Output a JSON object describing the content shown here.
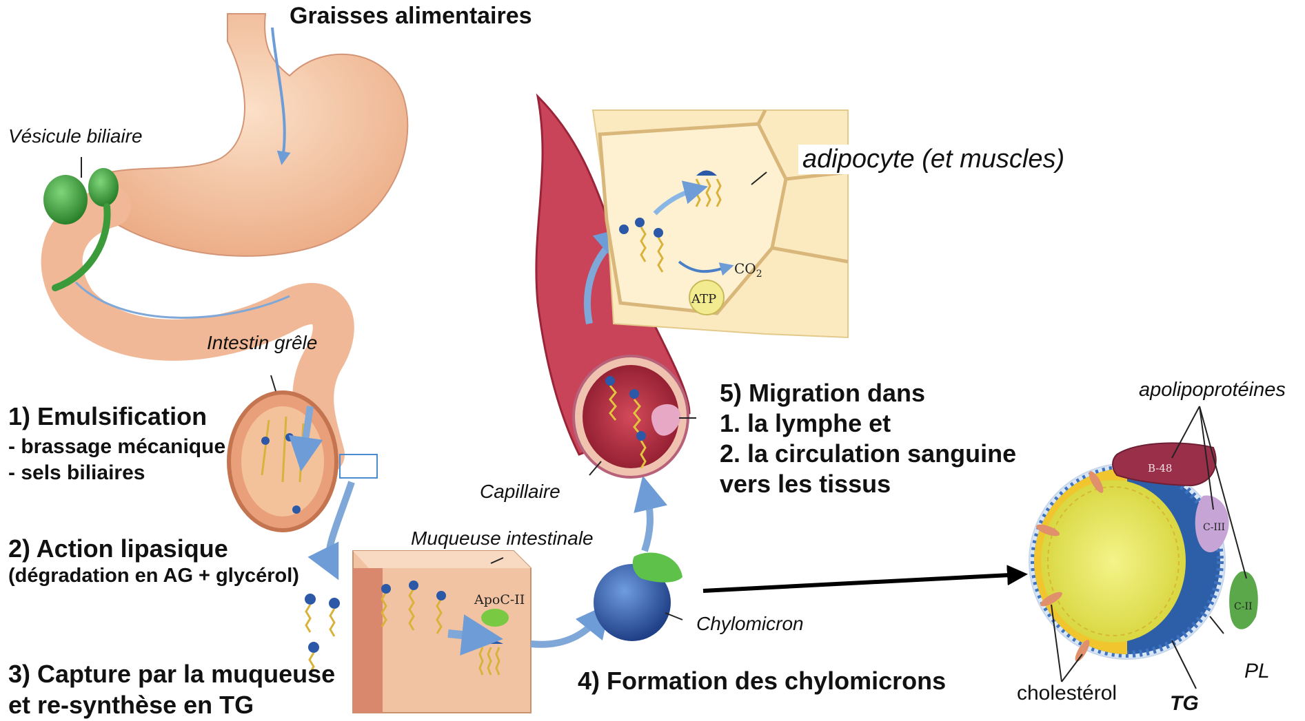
{
  "title": "Graisses alimentaires",
  "anatomy": {
    "gallbladder": "Vésicule biliaire",
    "small_intestine": "Intestin grêle",
    "mucosa": "Muqueuse intestinale",
    "capillary": "Capillaire",
    "adipocyte": "adipocyte (et muscles)",
    "chylomicron": "Chylomicron"
  },
  "steps": {
    "s1_title": "1) Emulsification",
    "s1_a": "- brassage mécanique",
    "s1_b": "- sels biliaires",
    "s2_title": "2) Action lipasique",
    "s2_sub": "(dégradation en AG + glycérol)",
    "s3_line1": "3) Capture par la muqueuse",
    "s3_line2": "et re-synthèse en TG",
    "s4": "4) Formation des chylomicrons",
    "s5_line1": "5) Migration dans",
    "s5_line2": "1. la lymphe et",
    "s5_line3": "2. la circulation sanguine",
    "s5_line4": "vers les tissus"
  },
  "inline_labels": {
    "apoc2": "ApoC-II",
    "co2": "CO",
    "co2_sub": "2",
    "atp": "ATP",
    "b48": "B-48",
    "c3": "C-III",
    "c2": "C-II"
  },
  "chylomicron_parts": {
    "apolipoproteines": "apolipoprotéines",
    "pl": "PL",
    "cholesterol": "cholestérol",
    "tg": "TG"
  },
  "colors": {
    "stomach": "#f6c9a8",
    "gallbladder": "#3fa33f",
    "capillary": "#c2374a",
    "adipocyte": "#fbeac0",
    "chylomicron_core": "#e9ea62",
    "chylomicron_shell": "#2d5fa8",
    "arrow_blue": "#7fa8d8",
    "apoB48": "#9a2f4a",
    "apoC3": "#c7a4d6",
    "apoC2": "#5aa84a"
  }
}
